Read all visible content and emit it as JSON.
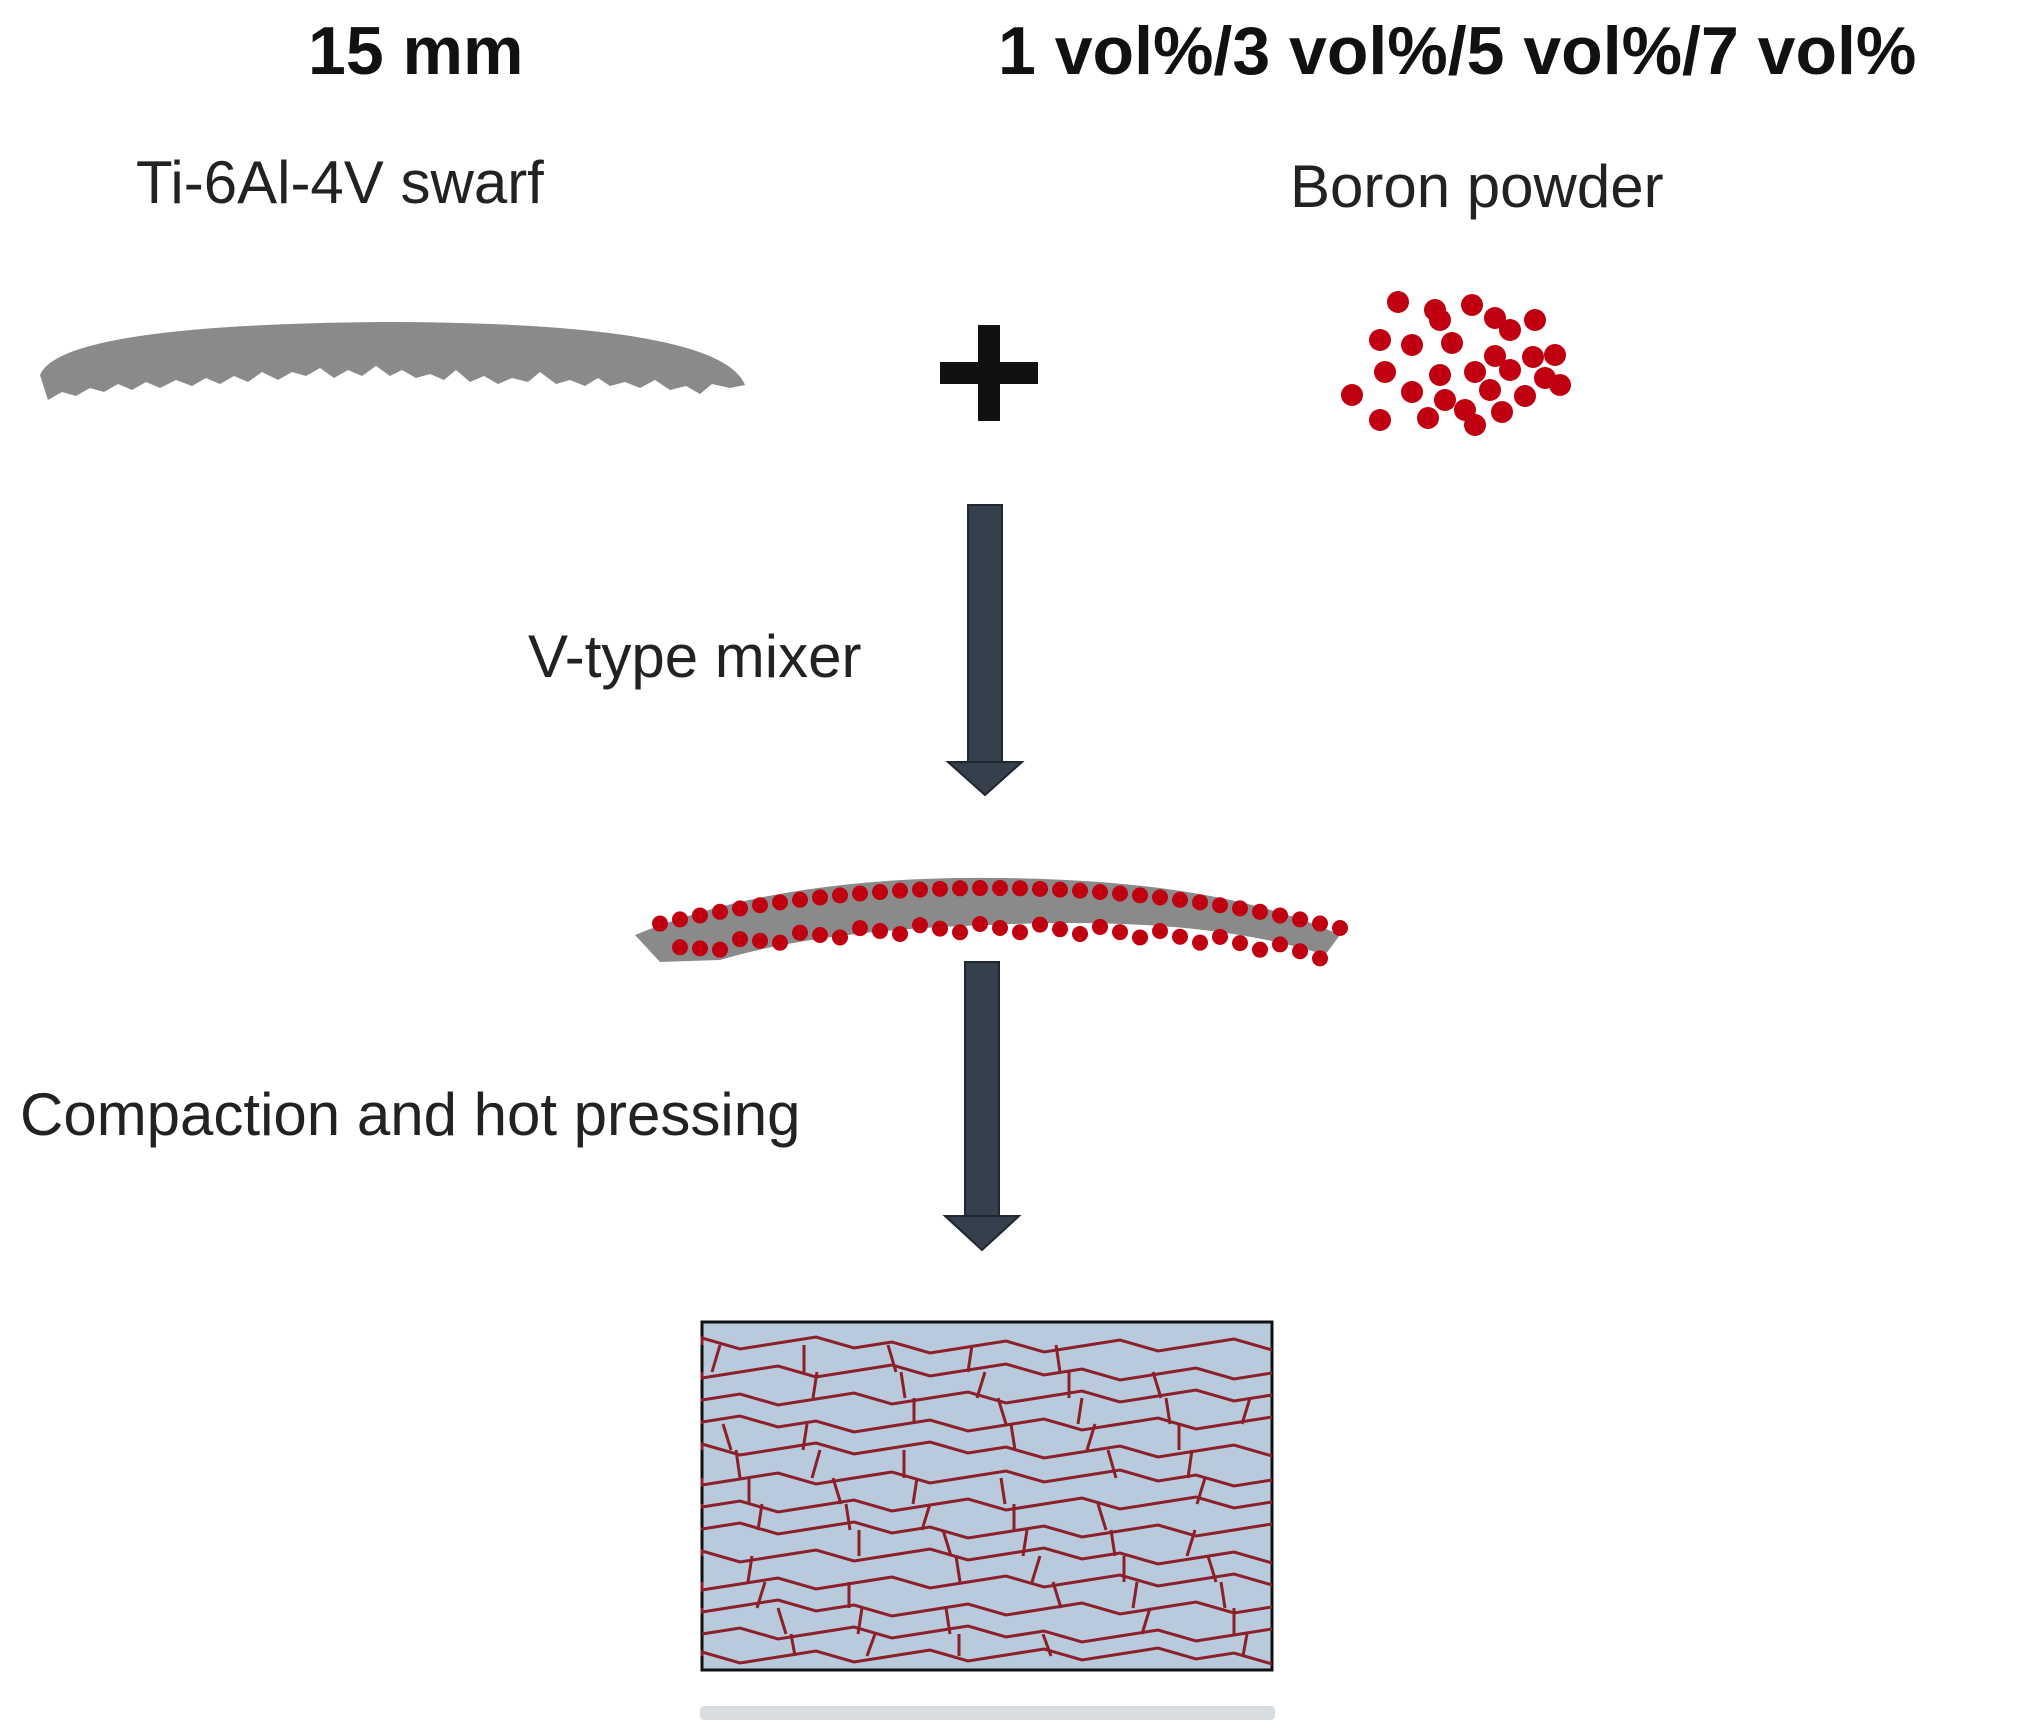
{
  "swarf": {
    "size_label": "15 mm",
    "name": "Ti-6Al-4V swarf",
    "color": "#8a8a8a"
  },
  "boron": {
    "fractions_label": "1 vol%/3 vol%/5 vol%/7 vol%",
    "name": "Boron powder",
    "color": "#c00010"
  },
  "steps": {
    "mixer_label": "V-type mixer",
    "compaction_label": "Compaction and hot pressing"
  },
  "colors": {
    "arrow": "#36404c",
    "composite_fill": "#b8cadb",
    "boundary": "#8b1f2a"
  }
}
